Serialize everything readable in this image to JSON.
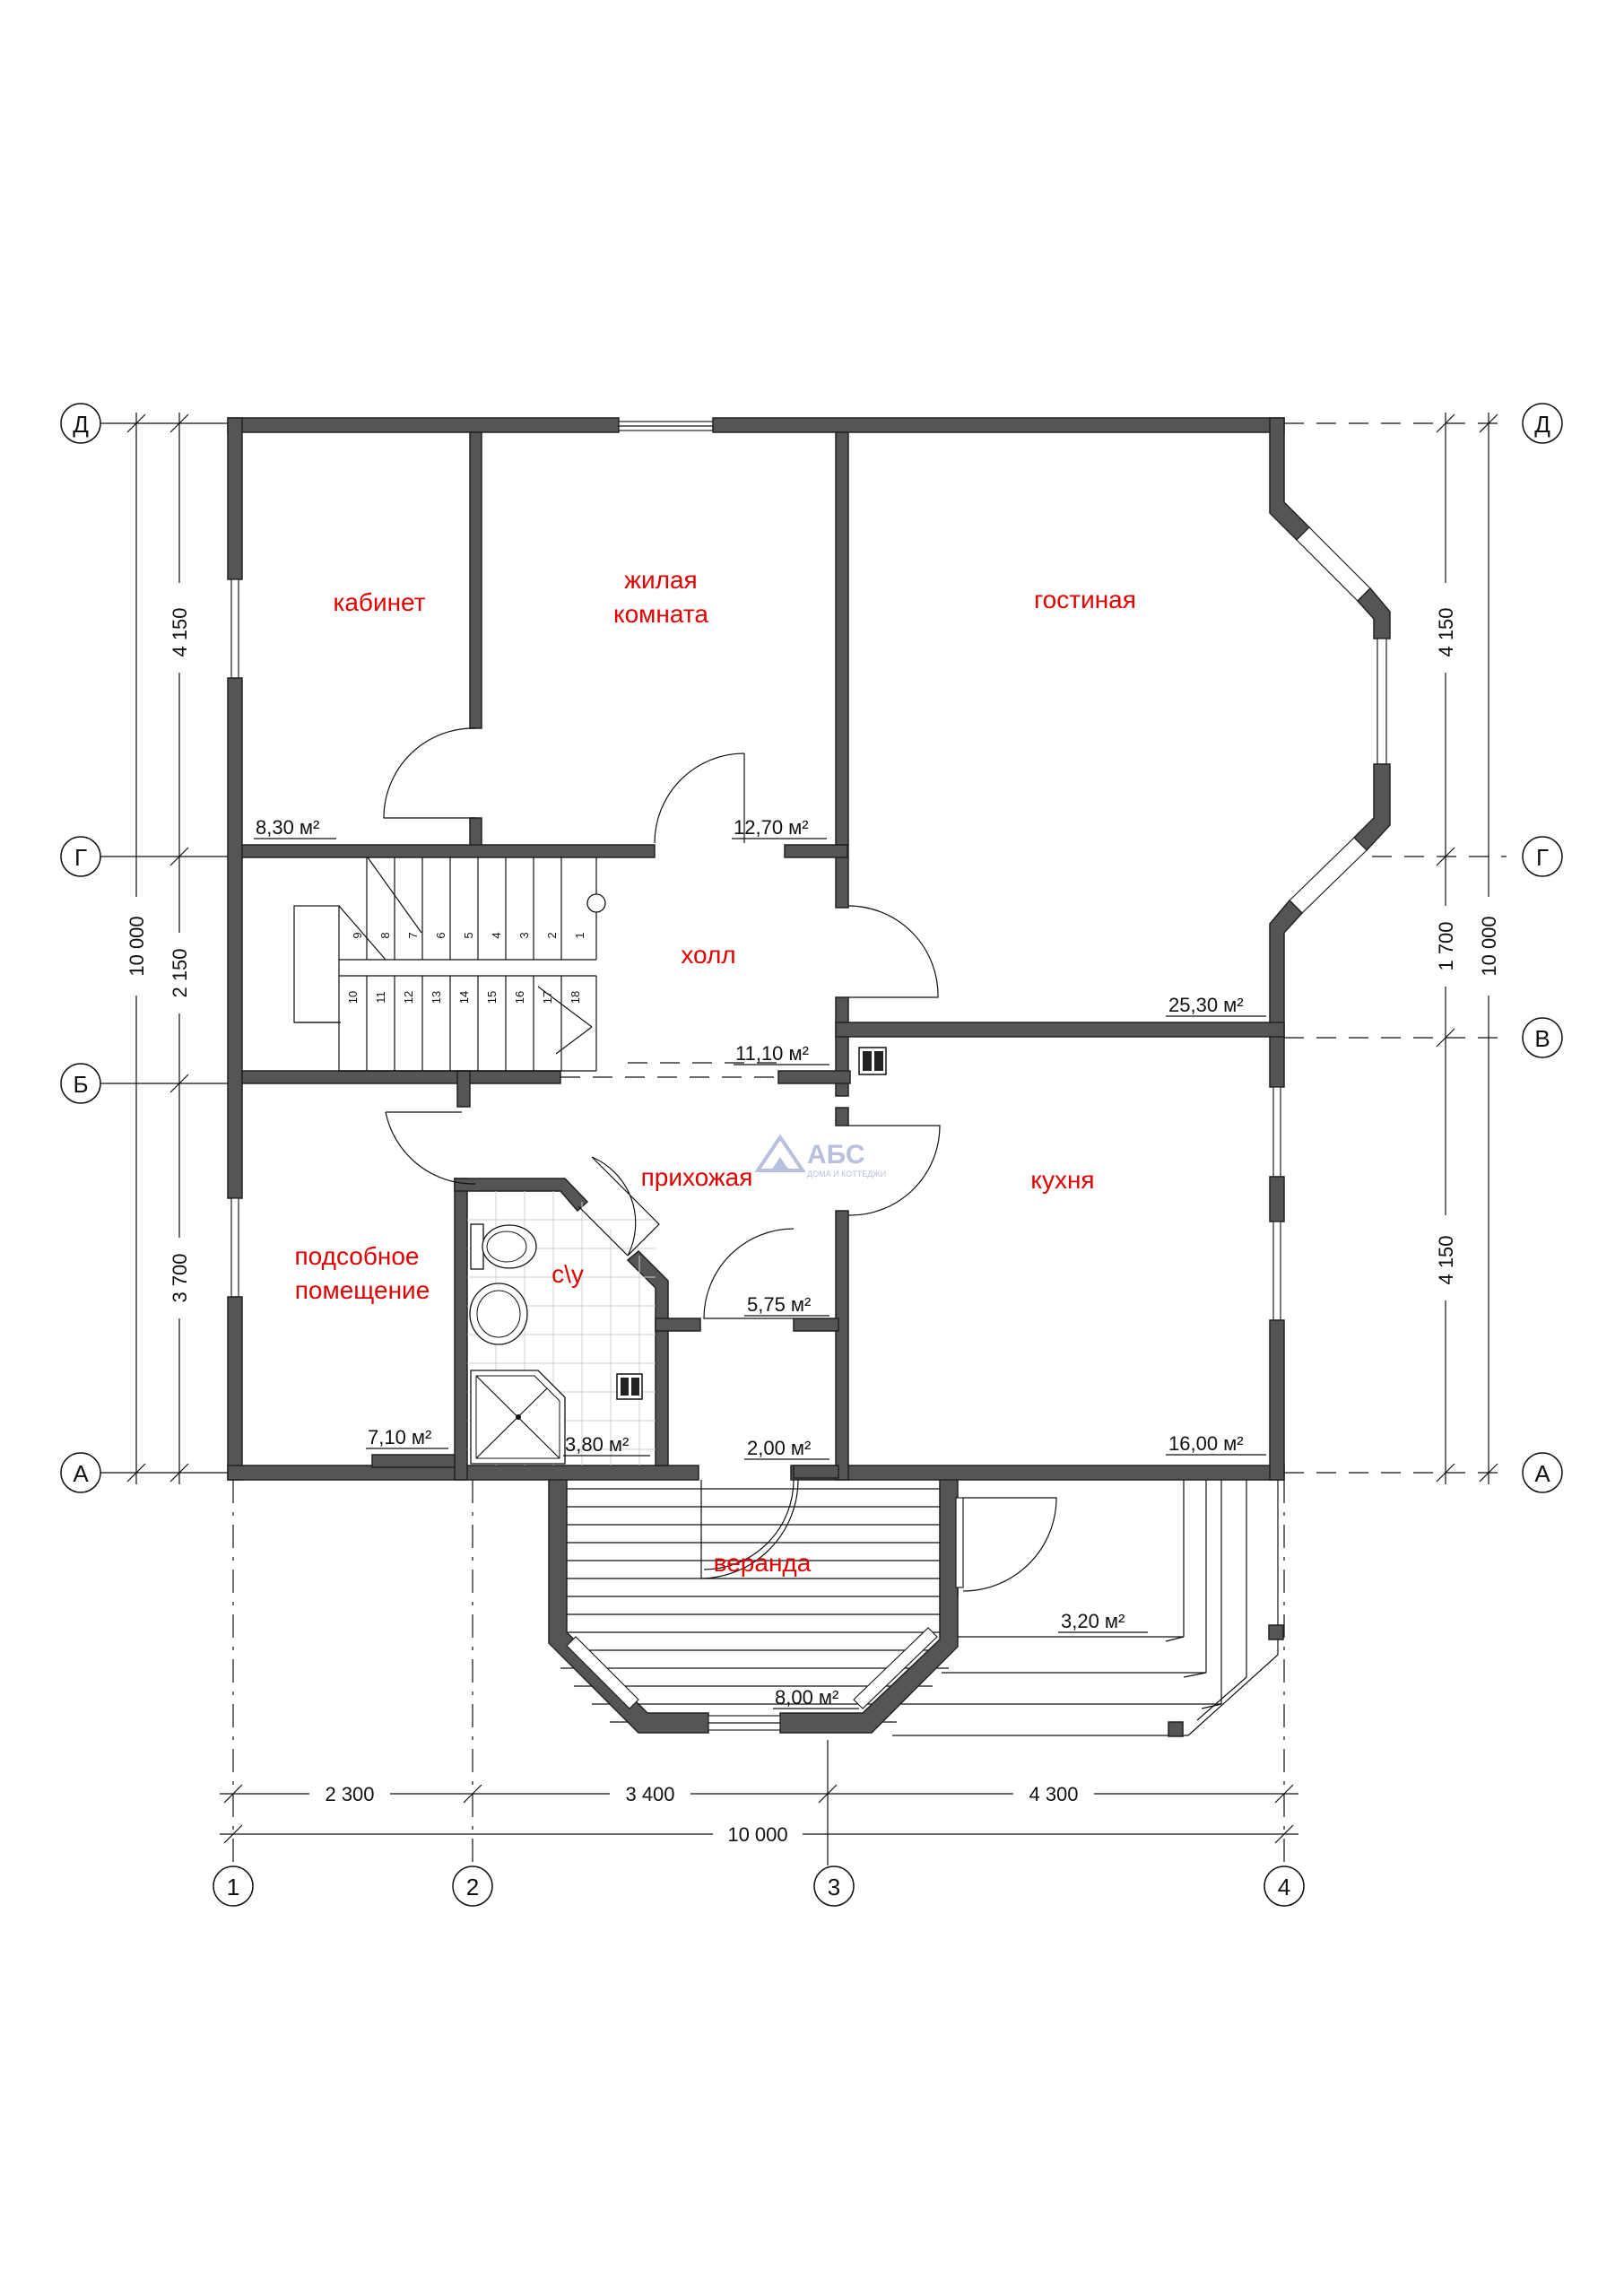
{
  "rooms": {
    "kabinet": {
      "name": "кабинет",
      "area": "8,30 м²"
    },
    "zhilaya": {
      "name_line1": "жилая",
      "name_line2": "комната",
      "area": "12,70 м²"
    },
    "gostinaya": {
      "name": "гостиная",
      "area": "25,30 м²"
    },
    "holl": {
      "name": "холл",
      "area": "11,10 м²"
    },
    "prihozhaya": {
      "name": "прихожая",
      "area": "5,75 м²"
    },
    "kuhnya": {
      "name": "кухня",
      "area": "16,00 м²"
    },
    "podsobnoe": {
      "name_line1": "подсобное",
      "name_line2": "помещение",
      "area": "7,10 м²"
    },
    "su": {
      "name": "с\\у",
      "area": "3,80 м²"
    },
    "tambur": {
      "area": "2,00 м²"
    },
    "veranda": {
      "name": "веранда",
      "area": "8,00 м²"
    },
    "terrace": {
      "area": "3,20 м²"
    }
  },
  "logo": {
    "title": "АБС",
    "subtitle": "ДОМА И КОТТЕДЖИ"
  },
  "axes": {
    "rows": [
      "Д",
      "Г",
      "В",
      "Б",
      "А"
    ],
    "cols": [
      "1",
      "2",
      "3",
      "4"
    ]
  },
  "dimensions": {
    "left": {
      "d1": "4 150",
      "d2": "2 150",
      "d3": "3 700",
      "total": "10 000"
    },
    "right": {
      "d1": "4 150",
      "d2": "1 700",
      "d3": "4 150",
      "total": "10 000"
    },
    "bottom": {
      "d1": "2 300",
      "d2": "3 400",
      "d3": "4 300",
      "total": "10 000"
    }
  },
  "stairs": {
    "upper": [
      "9",
      "8",
      "7",
      "6",
      "5",
      "4",
      "3",
      "2",
      "1"
    ],
    "lower": [
      "10",
      "11",
      "12",
      "13",
      "14",
      "15",
      "16",
      "17",
      "18"
    ]
  },
  "colors": {
    "wall": "#555555",
    "room_label": "#e00000"
  }
}
